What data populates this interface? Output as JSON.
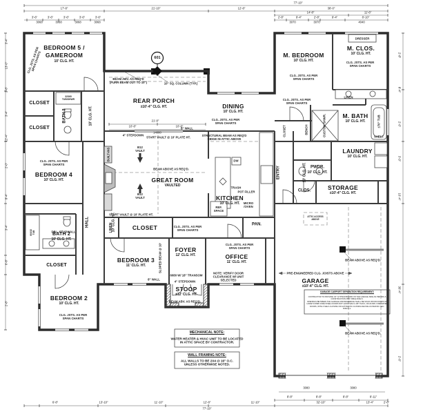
{
  "sheet": {
    "section_marker": "601"
  },
  "rooms": {
    "bedroom5": {
      "l1": "BEDROOM 5 /",
      "l2": "GAMEROOM",
      "clg": "10' CLG. HT."
    },
    "closet1": {
      "l1": "CLOSET"
    },
    "closet2": {
      "l1": "CLOSET"
    },
    "bath3": {
      "l1": "BATH 3",
      "clg": "10' CLG. HT."
    },
    "bedroom4": {
      "l1": "BEDROOM 4",
      "clg": "10' CLG. HT."
    },
    "bath2": {
      "l1": "BATH 2",
      "clg": "10' CLG. HT."
    },
    "closet3": {
      "l1": "CLOSET"
    },
    "bedroom2": {
      "l1": "BEDROOM 2",
      "clg": "10' CLG. HT."
    },
    "hall": {
      "l1": "HALL",
      "clg": "10' CLG. HT."
    },
    "rear_porch": {
      "l1": "REAR PORCH",
      "clg": "±10'-4\" CLG. HT."
    },
    "great_room": {
      "l1": "GREAT ROOM",
      "sub": "VAULTED"
    },
    "closet4": {
      "l1": "CLOSET"
    },
    "linen1": {
      "l1": "LINEN"
    },
    "bedroom3": {
      "l1": "BEDROOM 3",
      "clg": "11' CLG. HT."
    },
    "foyer": {
      "l1": "FOYER",
      "clg": "12' CLG. HT."
    },
    "stoop": {
      "l1": "STOOP",
      "clg": "±12' CLG. HT."
    },
    "office": {
      "l1": "OFFICE",
      "clg": "11' CLG. HT."
    },
    "pan": {
      "l1": "PAN."
    },
    "kitchen": {
      "l1": "KITCHEN",
      "clg": "10' CLG. HT."
    },
    "dining": {
      "l1": "DINING",
      "clg": "10' CLG. HT."
    },
    "entry": {
      "l1": "ENTRY",
      "clg": "10' CLG. HT."
    },
    "m_bedroom": {
      "l1": "M. BEDROOM",
      "clg": "10' CLG. HT."
    },
    "m_clos": {
      "l1": "M. CLOS.",
      "clg": "10' CLG. HT."
    },
    "m_bath": {
      "l1": "M. BATH",
      "clg": "10' CLG. HT."
    },
    "laundry": {
      "l1": "LAUNDRY",
      "clg": "10' CLG. HT."
    },
    "pwdr": {
      "l1": "PWDR.",
      "clg": "10' CLG. HT."
    },
    "clos5": {
      "l1": "CLOS."
    },
    "storage": {
      "l1": "STORAGE",
      "clg": "±10'-4\" CLG. HT."
    },
    "garage": {
      "l1": "GARAGE",
      "clg": "±10'-4\" CLG. HT."
    }
  },
  "ann": {
    "span": "CLG. JSTS. AS PER\nSPAN CHARTS",
    "beam_above": "BEAM ABOVE AS REQ'D.",
    "beam_abv": "BEAM ABV. AS REQ'D.",
    "furr": "BEAM ABV. AS REQ'D\n(FURR BEAM OUT TO 10\")",
    "column": "10\" SQ. COLUMN (TYP.)",
    "start_vault": "START VAULT @ 10' PLATE HT.",
    "b12": "B12\nVAULT",
    "structural": "STRUCTURAL BEAM AS REQ'D\nRIDGE IN ATTIC ABOVE",
    "stepdown": "4\" STEPDOWN",
    "transom": "6080 W/ 18\" TRANSOM",
    "door_note": "NOTE: VERIFY DOOR\nCLEARANCE W/ UNIT\nSELECTED",
    "dbl_stud": "DBL. STUDWALL",
    "wall8": "8\" WALL",
    "pre_eng": "PRE-ENGINEERED CLG. JOISTS ABOVE",
    "built_ins": "BUILT-INS",
    "attic": "ATTIC ACCESS\nABOVE",
    "sloped": "SLOPED BEAM @ 10'"
  },
  "fixtures": {
    "dw": "DW",
    "trash": "TRASH",
    "pot": "POT FILLER",
    "micro": "MICRO\n/OVEN",
    "ref": "REF.\nSPACE",
    "dresser": "DRESSER",
    "linen": "LINEN",
    "shelf": "SHELF",
    "shwr": "CUSTOM SHWR.",
    "bench": "BENCH",
    "closet_v": "CLOSET",
    "tub70": "±70\" TUB",
    "tub3260": "32X60\nTUB/SHWR",
    "tub6032": "60X32\nTUB"
  },
  "notes": {
    "mech_heading": "MECHANICAL NOTE:",
    "mech_body": "WATER HEATER & HVAC UNIT TO BE LOCATED\nIN ATTIC SPACE BY CONTRACTOR.",
    "framing_heading": "WALL FRAMING NOTE:",
    "framing_body": "ALL WALLS TO BE 2X4 @ 16\" O.C.\nUNLESS OTHERWISE NOTED.",
    "garage_heading": "GARAGE/ CARPORT SEPARATION REQUIREMENT:",
    "garage_body": "CONTRACTOR TO PROVIDE 1/2\" GYPSUM BOARD ON THE GARAGE SIDE AS PER IRC &\nCONSTRUCTION PER TABLE R302.6.\nOPENINGS BETWEEN THE GARAGE AND RESIDENCE SHALL BE SOLID WOOD DOORS OR\nHONEYCOMB CORE STEEL DOORS NOT LESS THAN 1-3/8\" THICK, OR 20-MIN. FIRE-RATED\nDOORS, WITH A SELF-CLOSING OR AUTOMATIC CLOSING DEVICE AS PER IRC SEC. R302.5.1."
  },
  "dims": {
    "overall": "77'-10\"",
    "top_row2": [
      "17'-8\"",
      "21'-10\"",
      "12'-8\"",
      "38'-0\""
    ],
    "top_row3": [
      "14'-8\"",
      "11'-6\""
    ],
    "top_seg_left": [
      "3'-6\"",
      "3'-6\"",
      "3'-6\"",
      "3'-6\"",
      "3'-6\""
    ],
    "top_seg_right": [
      "2'-8\"",
      "9'-4\"",
      "2'-8\"",
      "9'-4\"",
      "8'-10\""
    ],
    "top_windows": [
      "3068",
      "3068",
      "3068",
      "3068",
      "3070",
      "3070",
      "4040"
    ],
    "bottom_row1": [
      "6'-8\"",
      "13'-10\"",
      "11'-10\"",
      "12'-8\"",
      "11'-10\"",
      "32'-10\"",
      "13'-4\"",
      "2'-6\""
    ],
    "bottom_seg": [
      "8'-8\"",
      "8'-8\"",
      "8'-8\"",
      "8'-11\""
    ],
    "bottom_windows": [
      "3080",
      "3080"
    ],
    "porch": [
      "21'-8\"",
      "10'-8\"",
      "10'-8\"",
      "14080"
    ],
    "left": [
      "3'-4\"",
      "13'-0\"",
      "2'-8\"",
      "3'-4\"",
      "12'-4\"",
      "2'-0\"",
      "8'-4\"",
      "3'-4\"",
      "6'-8\"",
      "2'-8\""
    ],
    "right": [
      "2'-8\"",
      "8'-4\"",
      "2'-6\"",
      "3'-0\"",
      "16'-4\"",
      "36'-4\"",
      "2'-6\""
    ]
  }
}
